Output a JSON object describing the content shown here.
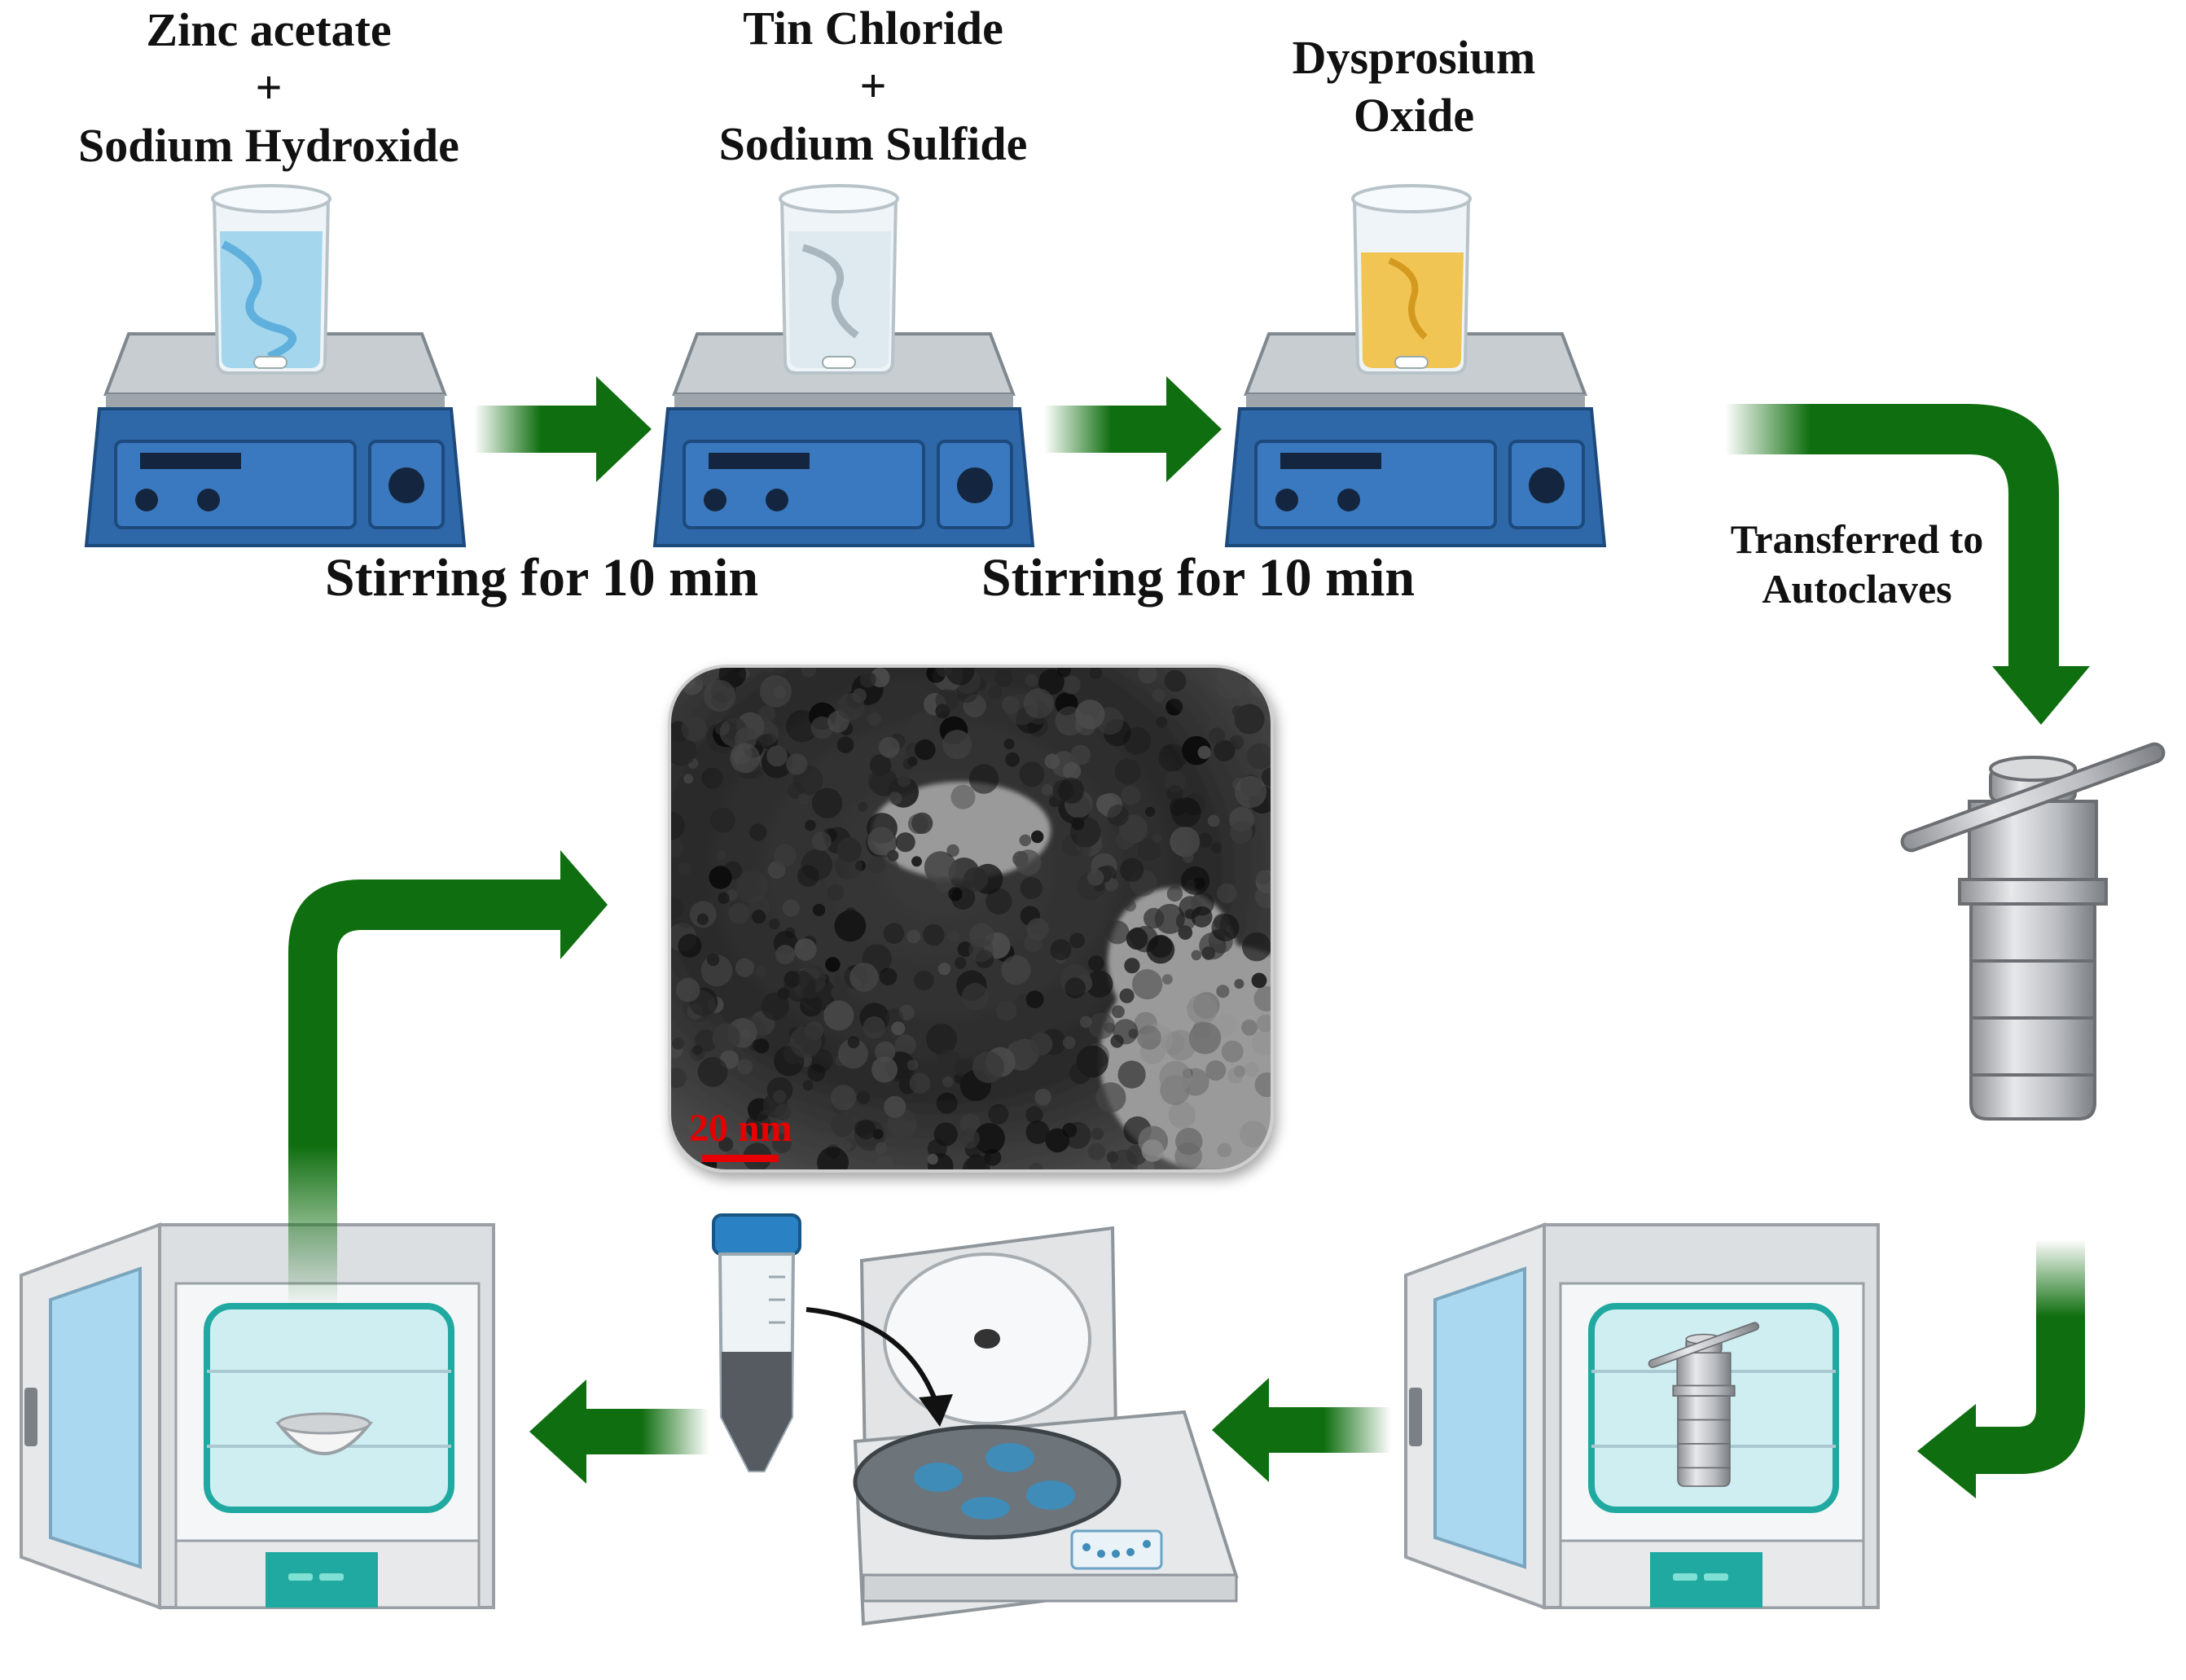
{
  "reagents": {
    "step1": {
      "line1": "Zinc acetate",
      "line2": "+",
      "line3": "Sodium Hydroxide"
    },
    "step2": {
      "line1": "Tin Chloride",
      "line2": "+",
      "line3": "Sodium Sulfide"
    },
    "step3": {
      "line1": "Dysprosium",
      "line2": "Oxide"
    }
  },
  "steps": {
    "stirring_1": "Stirring for 10 min",
    "stirring_2": "Stirring for 10 min",
    "transfer_line1": "Transferred to",
    "transfer_line2": "Autoclaves"
  },
  "tem": {
    "scale_label": "20 nm"
  },
  "colors": {
    "arrow": "#0f6e0f",
    "stirrer_body": "#2f68a8",
    "solution_1": "#7cc6ea",
    "solution_2": "#dde8ee",
    "solution_3": "#f0c24a",
    "oven_accent": "#1fa9a0",
    "scale_red": "#e60000"
  },
  "icons": [
    "magnetic-stirrer-icon",
    "beaker-icon",
    "autoclave-icon",
    "drying-oven-icon",
    "centrifuge-icon",
    "centrifuge-tube-icon",
    "mortar-bowl-icon",
    "tem-micrograph"
  ]
}
